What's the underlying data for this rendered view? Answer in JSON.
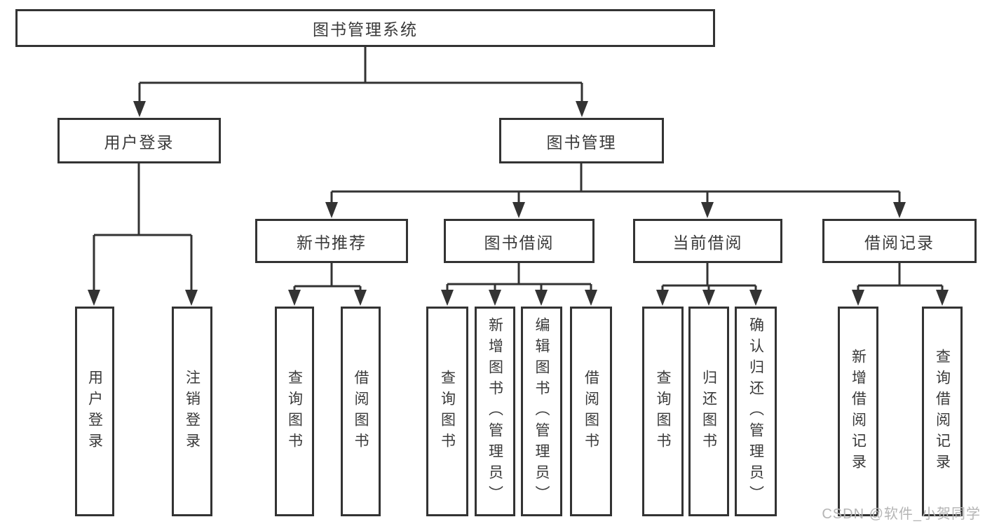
{
  "tree": {
    "label": "图书管理系统",
    "children": [
      {
        "label": "用户登录",
        "children": [
          {
            "label": "用户登录"
          },
          {
            "label": "注销登录"
          }
        ]
      },
      {
        "label": "图书管理",
        "children": [
          {
            "label": "新书推荐",
            "children": [
              {
                "label": "查询图书"
              },
              {
                "label": "借阅图书"
              }
            ]
          },
          {
            "label": "图书借阅",
            "children": [
              {
                "label": "查询图书"
              },
              {
                "label": "新增图书（管理员）"
              },
              {
                "label": "编辑图书（管理员）"
              },
              {
                "label": "借阅图书"
              }
            ]
          },
          {
            "label": "当前借阅",
            "children": [
              {
                "label": "查询图书"
              },
              {
                "label": "归还图书"
              },
              {
                "label": "确认归还（管理员）"
              }
            ]
          },
          {
            "label": "借阅记录",
            "children": [
              {
                "label": "新增借阅记录"
              },
              {
                "label": "查询借阅记录"
              }
            ]
          }
        ]
      }
    ]
  },
  "watermark": {
    "text": "CSDN @软件_小贺同学"
  },
  "colors": {
    "line": "#333333",
    "text": "#3a3a3a",
    "background": "#ffffff",
    "watermark": "#b5b5b5"
  }
}
